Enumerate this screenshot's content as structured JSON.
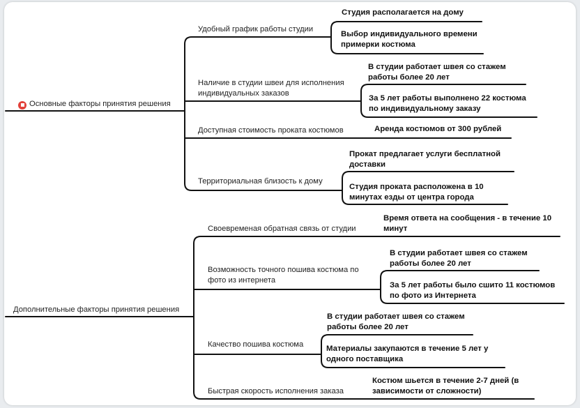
{
  "colors": {
    "line": "#111111",
    "flag": "#e2413a",
    "card": "#ffffff",
    "background": "#e9ecef"
  },
  "icons": {
    "root1_flag": "flag-icon"
  },
  "roots": [
    {
      "label": "Основные факторы принятия решения",
      "factors": [
        {
          "label_lines": [
            "Удобный график работы студии"
          ],
          "details": [
            {
              "lines": [
                "Студия располагается на дому"
              ]
            },
            {
              "lines": [
                "Выбор индивидуального времени",
                "примерки костюма"
              ]
            }
          ]
        },
        {
          "label_lines": [
            "Наличие в студии швеи для исполнения",
            "индивидуальных заказов"
          ],
          "details": [
            {
              "lines": [
                "В студии работает швея со стажем",
                "работы более 20 лет"
              ]
            },
            {
              "lines": [
                "За 5 лет работы выполнено 22 костюма",
                "по индивидуальному заказу"
              ]
            }
          ]
        },
        {
          "label_lines": [
            "Доступная стоимость проката костюмов"
          ],
          "details": [
            {
              "lines": [
                "Аренда костюмов от 300 рублей"
              ]
            }
          ]
        },
        {
          "label_lines": [
            "Территориальная близость к дому"
          ],
          "details": [
            {
              "lines": [
                "Прокат предлагает услуги бесплатной",
                "доставки"
              ]
            },
            {
              "lines": [
                "Студия проката расположена в 10",
                "минутах езды от центра города"
              ]
            }
          ]
        }
      ]
    },
    {
      "label": "Дополнительные факторы принятия решения",
      "factors": [
        {
          "label_lines": [
            "Своевременая обратная связь от студии"
          ],
          "details": [
            {
              "lines": [
                "Время ответа на сообщения - в течение 10",
                "минут"
              ]
            }
          ]
        },
        {
          "label_lines": [
            "Возможность точного пошива костюма по",
            "фото из интернета"
          ],
          "details": [
            {
              "lines": [
                "В студии работает швея со стажем",
                "работы более 20 лет"
              ]
            },
            {
              "lines": [
                "За 5 лет работы было сшито 11 костюмов",
                "по фото из Интернета"
              ]
            }
          ]
        },
        {
          "label_lines": [
            "Качество пошива костюма"
          ],
          "details": [
            {
              "lines": [
                "В студии работает швея со стажем",
                "работы более 20 лет"
              ]
            },
            {
              "lines": [
                "Материалы закупаются в течение 5 лет у",
                "одного поставщика"
              ]
            }
          ]
        },
        {
          "label_lines": [
            "Быстрая скорость исполнения заказа"
          ],
          "details": [
            {
              "lines": [
                "Костюм шьется в течение 2-7 дней (в",
                "зависимости от сложности)"
              ]
            }
          ]
        }
      ]
    }
  ]
}
